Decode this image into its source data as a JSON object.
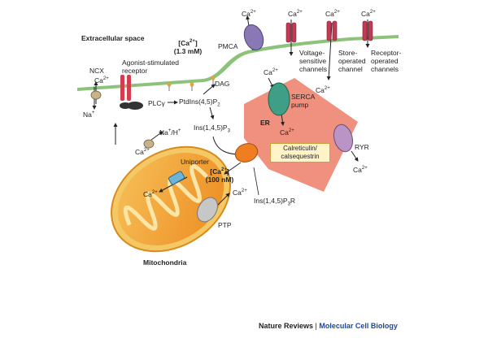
{
  "extracellular_label": "Extracellular space",
  "ext_ca": {
    "line1": "[Ca",
    "sup": "2+",
    "line1_end": "]",
    "line2": "(1.3 mM)"
  },
  "cyto_ca": {
    "line1": "[Ca",
    "sup": "2+",
    "line1_end": "]",
    "line2": "(100 nM)"
  },
  "pmca": "PMCA",
  "ncx": "NCX",
  "ca": "Ca",
  "two_plus": "2+",
  "na": "Na",
  "plus": "+",
  "agonist": {
    "line1": "Agonist-stimulated",
    "line2": "receptor"
  },
  "plc": "PLCγ",
  "ptdins": {
    "text": "PtdIns(4,5)P",
    "sub": "2"
  },
  "dag": "DAG",
  "ins": {
    "text": "Ins(1,4,5)P",
    "sub": "3"
  },
  "ins_r": {
    "text": "Ins(1,4,5)P",
    "sub": "3",
    "end": "R"
  },
  "voltage": {
    "line1": "Voltage-",
    "line2": "sensitive",
    "line3": "channels"
  },
  "store": {
    "line1": "Store-",
    "line2": "operated",
    "line3": "channel"
  },
  "receptor_op": {
    "line1": "Receptor-",
    "line2": "operated",
    "line3": "channels"
  },
  "serca": {
    "line1": "SERCA",
    "line2": "pump"
  },
  "er": "ER",
  "calreticulin": {
    "line1": "Calreticulin/",
    "line2": "calsequestrin"
  },
  "ryr": "RYR",
  "na_h": {
    "text": "Na",
    "sup": "+",
    "mid": "/H",
    "sup2": "+"
  },
  "uniporter": "Uniporter",
  "ptp": "PTP",
  "mitochondria": "Mitochondria",
  "footer": {
    "left": "Nature Reviews",
    "sep": "|",
    "right": "Molecular Cell Biology"
  },
  "colors": {
    "membrane": "#8dc27a",
    "er": "#ee8470",
    "mito": "#f2a23a",
    "pmca": "#8a78b4",
    "channel": "#c23a55",
    "serca": "#3f9f86",
    "ip3r": "#ef7d22",
    "ryr": "#b994c4",
    "ptp": "#c7c7c7",
    "uniporter": "#6fb2d8"
  }
}
